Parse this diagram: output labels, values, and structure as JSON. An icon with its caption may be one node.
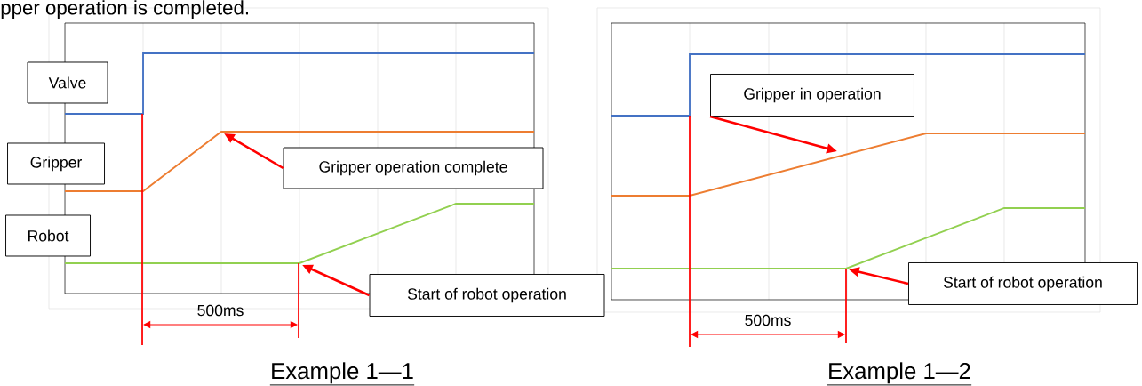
{
  "diagram": {
    "nodes": [
      {
        "text": [
          "Valve"
        ]
      },
      {
        "text": [
          "Gripper"
        ]
      },
      {
        "text": [
          "Robot"
        ]
      },
      {
        "text": [
          "Gripper operation complete"
        ]
      },
      {
        "text": [
          "Start of robot operation"
        ]
      },
      {
        "text": [
          "Gripper in operation"
        ]
      },
      {
        "text": [
          "Start of robot operation"
        ]
      }
    ],
    "edges": [
      {
        "from": 3,
        "to": null,
        "arrow": "to"
      },
      {
        "from": 4,
        "to": null,
        "arrow": "to"
      },
      {
        "from": 5,
        "to": null,
        "arrow": "to"
      },
      {
        "from": 6,
        "to": null,
        "arrow": "to"
      }
    ],
    "labels": [
      "pper operation is completed.",
      "500ms",
      "500ms",
      "Example 1—1",
      "Example 1—2"
    ]
  }
}
